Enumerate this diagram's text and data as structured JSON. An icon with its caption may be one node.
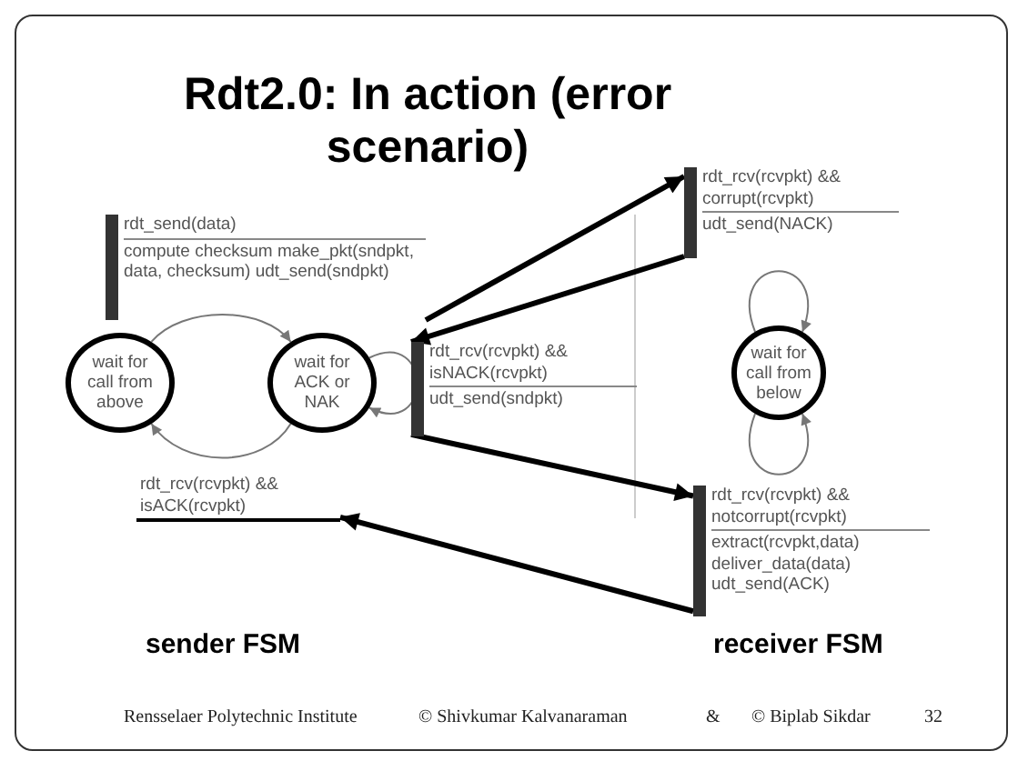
{
  "diagram": {
    "title": "Rdt2.0: In action (error scenario)",
    "nodes": [
      {
        "text": [
          "wait for call from above"
        ]
      },
      {
        "text": [
          "wait for ACK or NAK"
        ]
      },
      {
        "text": [
          "wait for call from below"
        ]
      },
      {
        "text": [
          "rdt_send(data)",
          "compute checksum make_pkt(sndpkt, data, checksum) udt_send(sndpkt)"
        ]
      },
      {
        "text": [
          "rdt_rcv(rcvpkt) && isNACK(rcvpkt)",
          "udt_send(sndpkt)"
        ]
      },
      {
        "text": [
          "rdt_rcv(rcvpkt) && isACK(rcvpkt)"
        ]
      },
      {
        "text": [
          "rdt_rcv(rcvpkt) && corrupt(rcvpkt)",
          "udt_send(NACK)"
        ]
      },
      {
        "text": [
          "rdt_rcv(rcvpkt) && notcorrupt(rcvpkt)",
          "extract(rcvpkt,data) deliver_data(data) udt_send(ACK)"
        ]
      }
    ],
    "edges": [
      {
        "from": 0,
        "to": 1,
        "arrow": "to"
      },
      {
        "from": 1,
        "to": 0,
        "arrow": "to"
      },
      {
        "from": 1,
        "to": 1,
        "arrow": "to"
      },
      {
        "from": 2,
        "to": 2,
        "arrow": "to"
      },
      {
        "from": 2,
        "to": 2,
        "arrow": "to"
      },
      {
        "from": 3,
        "to": 6,
        "arrow": "to",
        "style": "thick",
        "color": "#000000"
      },
      {
        "from": 6,
        "to": 4,
        "arrow": "to",
        "style": "thick",
        "color": "#000000"
      },
      {
        "from": 4,
        "to": 7,
        "arrow": "to",
        "style": "thick",
        "color": "#000000"
      },
      {
        "from": 7,
        "to": 5,
        "arrow": "to",
        "style": "thick",
        "color": "#000000"
      }
    ],
    "labels": [
      "sender FSM",
      "receiver FSM",
      "Rensselaer Polytechnic Institute",
      "© Shivkumar Kalvanaraman",
      "&",
      "© Biplab Sikdar",
      "32"
    ]
  }
}
